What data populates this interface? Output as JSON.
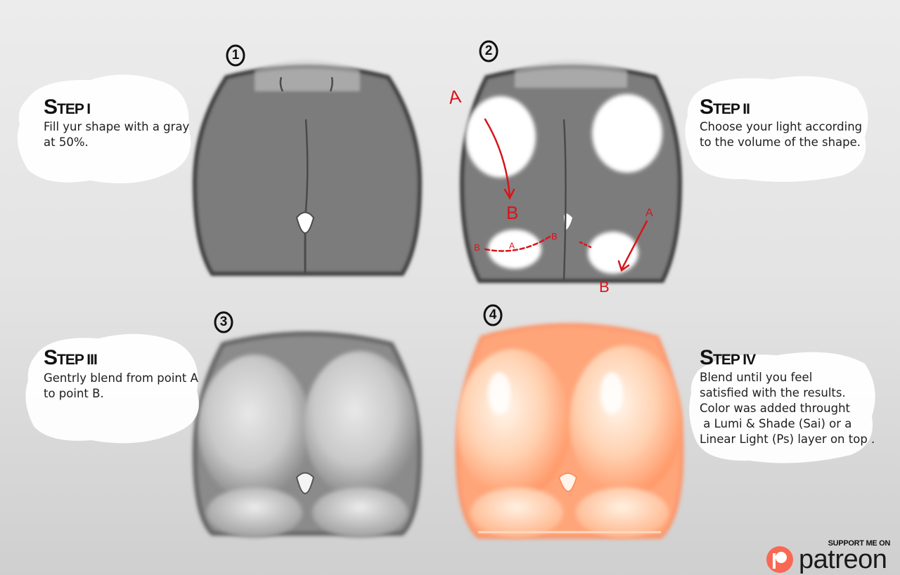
{
  "steps": [
    {
      "number": "1",
      "title_cap": "S",
      "title_rest": "TEP I",
      "body": "Fill yur shape with a gray\nat 50%."
    },
    {
      "number": "2",
      "title_cap": "S",
      "title_rest": "TEP II",
      "body": "Choose your light according\nto the volume of the shape."
    },
    {
      "number": "3",
      "title_cap": "S",
      "title_rest": "TEP III",
      "body": "Gentrly blend from point A\nto point B."
    },
    {
      "number": "4",
      "title_cap": "S",
      "title_rest": "TEP IV",
      "body": "Blend until you feel\nsatisfied with the results.\nColor was added throught\n a Lumi & Shade (Sai) or a\nLinear Light (Ps) layer on top ."
    }
  ],
  "annotations": {
    "a": "A",
    "b": "B"
  },
  "patreon": {
    "tagline": "SUPPORT ME ON",
    "wordmark": "patreon"
  },
  "colors": {
    "mid_gray": "#7b7b7b",
    "outline": "#3c3c3c",
    "highlight": "#ffffff",
    "marker_red": "#d8141c",
    "skin_light": "#fff1e2",
    "skin_dark": "#ff9a6a",
    "patreon_orange": "#f96854"
  }
}
